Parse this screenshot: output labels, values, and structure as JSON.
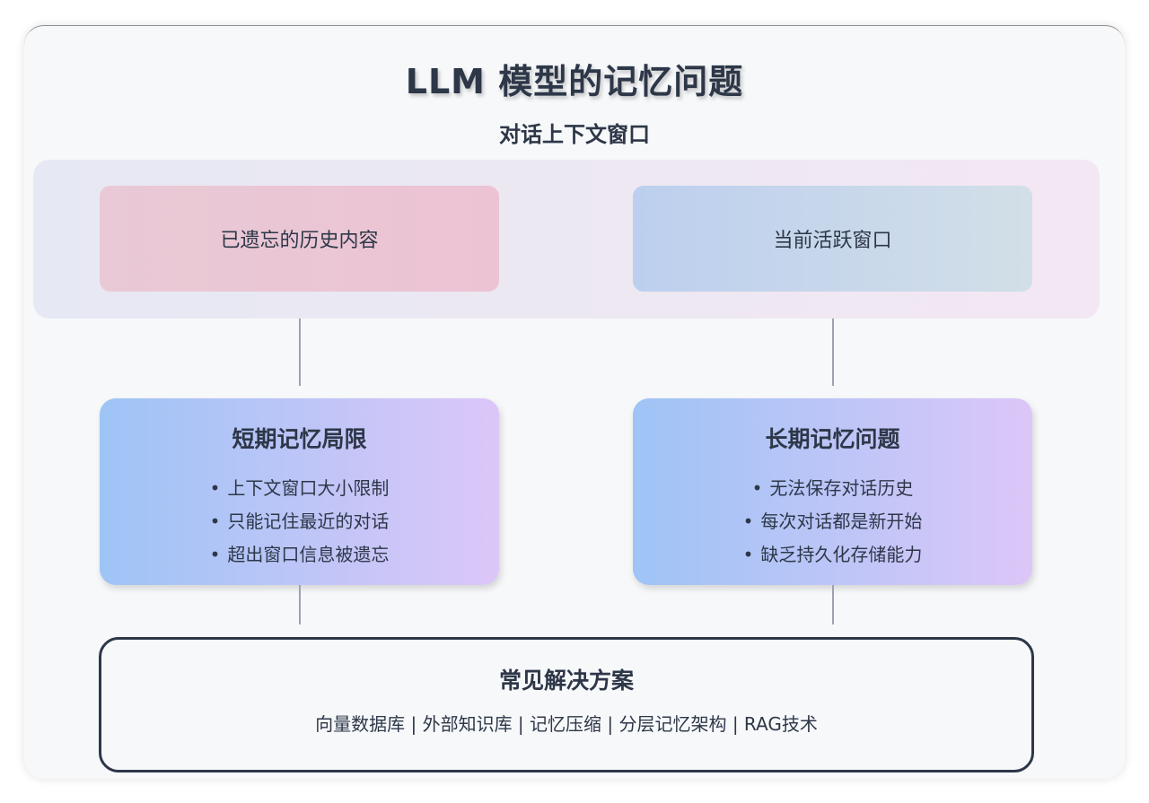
{
  "diagram": {
    "title": "LLM 模型的记忆问题",
    "subtitle": "对话上下文窗口",
    "context_window": {
      "forgotten": "已遗忘的历史内容",
      "active": "当前活跃窗口"
    },
    "short_term": {
      "title": "短期记忆局限",
      "items": [
        "上下文窗口大小限制",
        "只能记住最近的对话",
        "超出窗口信息被遗忘"
      ]
    },
    "long_term": {
      "title": "长期记忆问题",
      "items": [
        "无法保存对话历史",
        "每次对话都是新开始",
        "缺乏持久化存储能力"
      ]
    },
    "solutions": {
      "title": "常见解决方案",
      "items_text": "向量数据库 | 外部知识库 | 记忆压缩 | 分层记忆架构 | RAG技术"
    },
    "bullet": "•"
  }
}
